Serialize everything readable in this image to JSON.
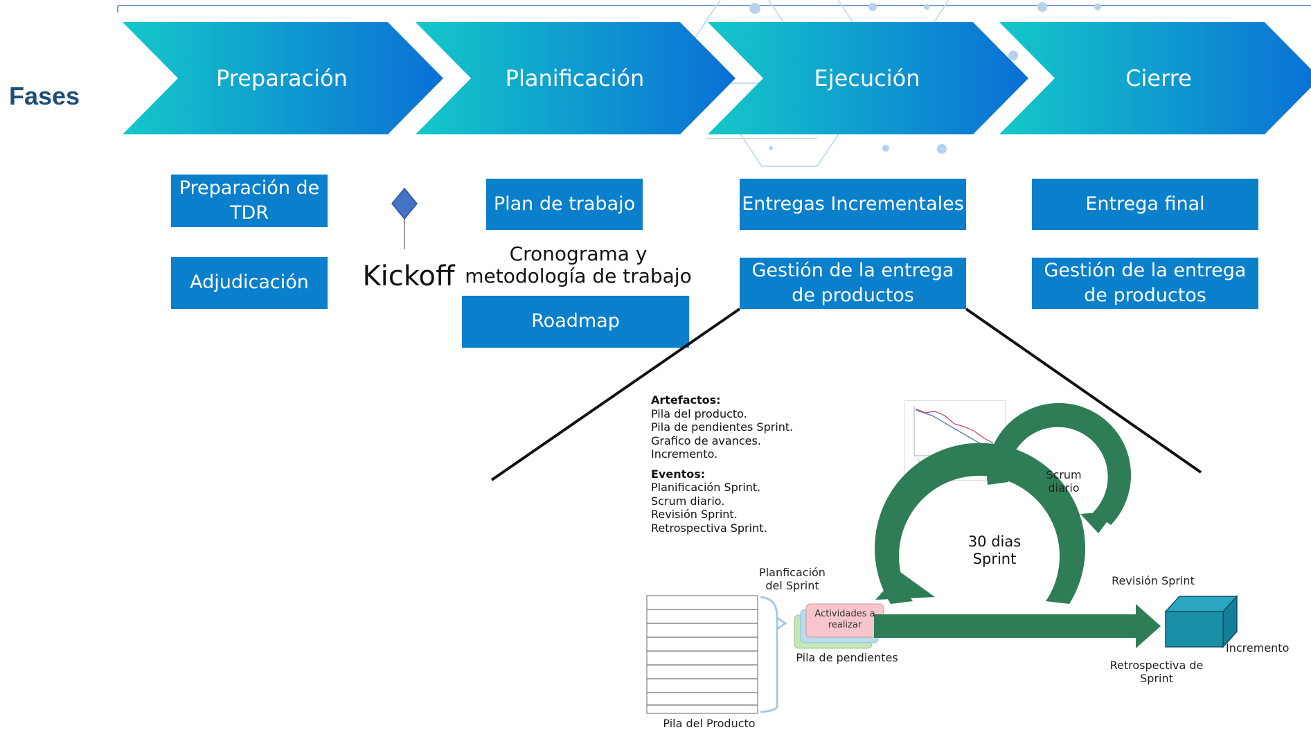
{
  "side_label": "Fases",
  "phases": [
    {
      "label": "Preparación"
    },
    {
      "label": "Planificación"
    },
    {
      "label": "Ejecución"
    },
    {
      "label": "Cierre"
    }
  ],
  "boxes": {
    "prep_tdr": "Preparación de TDR",
    "adjudicacion": "Adjudicación",
    "plan_trabajo": "Plan de trabajo",
    "roadmap": "Roadmap",
    "entregas_incrementales": "Entregas Incrementales",
    "gestion_ejecucion": "Gestión de la entrega de productos",
    "entrega_final": "Entrega final",
    "gestion_cierre": "Gestión de la entrega de productos"
  },
  "milestone": {
    "label": "Kickoff"
  },
  "cronograma_text": "Cronograma y metodología de trabajo",
  "scrum": {
    "artefactos_title": "Artefactos:",
    "artefactos": [
      "Pila del producto.",
      "Pila de pendientes Sprint.",
      "Grafico de avances.",
      "Incremento."
    ],
    "eventos_title": "Eventos:",
    "eventos": [
      "Planificación Sprint.",
      "Scrum diario.",
      "Revisión Sprint.",
      "Retrospectiva Sprint."
    ],
    "scrum_diario": "Scrum diario",
    "sprint_line1": "30 dias",
    "sprint_line2": "Sprint",
    "planificacion_sprint": "Planficación del Sprint",
    "actividades": "Actividades a realizar",
    "pila_pendientes": "Pila de pendientes",
    "pila_producto": "Pila del Producto",
    "revision_sprint": "Revisión Sprint",
    "retrospectiva": "Retrospectiva de Sprint",
    "incremento": "Incremento"
  },
  "colors": {
    "chevron_start": "#14c8c8",
    "chevron_end": "#0a6fd6",
    "box": "#0a7fcc",
    "fases_text": "#1f4e79",
    "milestone": "#4472c4",
    "scrum_green": "#2e7d57",
    "cube": "#1a8fa8"
  }
}
